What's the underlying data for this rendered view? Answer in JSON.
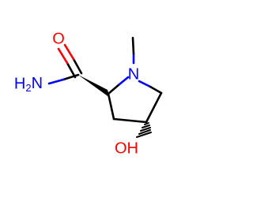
{
  "molecule": {
    "atoms": {
      "carbonyl_oxygen": {
        "label": "O",
        "color": "#ff0000"
      },
      "amide_nitrogen": {
        "label": "H2N",
        "color": "#0000ff"
      },
      "ring_nitrogen": {
        "label": "N",
        "color": "#0000ff"
      },
      "hydroxyl": {
        "label": "OH",
        "color": "#ff0000"
      }
    },
    "bond_color": "#000000"
  }
}
